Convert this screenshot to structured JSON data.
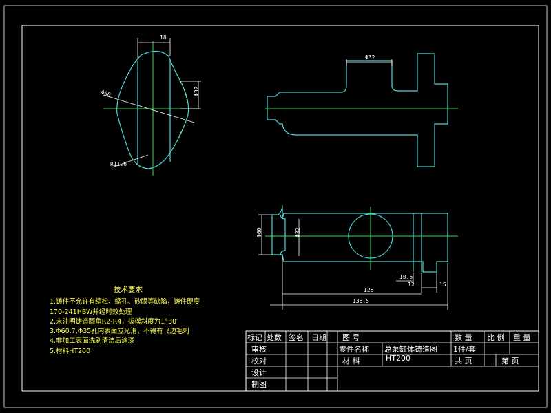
{
  "dimensions": {
    "width_top": "18",
    "side_left": "Φ60",
    "right_vertical": "Φ32",
    "fillet": "R11.6",
    "boss_top": "Φ32",
    "left_vertical": "Φ60",
    "inner_vertical": "Φ32",
    "d_10_5": "10.5",
    "d_12": "12",
    "d_15": "15",
    "d_128": "128",
    "d_total": "136.5"
  },
  "notes": {
    "title": "技术要求",
    "lines": [
      "1.铸件不允许有缩松、缩孔、砂眼等缺陷，铸件硬度",
      "170-241HBW并经时效处理",
      "2.未注明铸造圆角R2-R4，拔模斜度为1°30′",
      "3.Φ60.7,Φ35孔内表面应光滑，不得有飞边毛刺",
      "4.非加工表面洗刷清洁后涂漆",
      "5.材料HT200"
    ]
  },
  "title_block": {
    "row1": [
      "标记",
      "处数",
      "签名",
      "日期"
    ],
    "drawing_no_label": "图 号",
    "qty_label": "数 量",
    "scale_label": "比 例",
    "weight_label": "重 量",
    "reviewer": "审核",
    "part_name_label": "零件名称",
    "part_name": "总泵缸体铸造图",
    "qty_value": "1件/套",
    "checker": "校对",
    "material_label": "材 料",
    "material_value": "HT200",
    "total_pages": "共 页",
    "page_no": "第 页",
    "designer": "设计",
    "drafter": "制图"
  }
}
